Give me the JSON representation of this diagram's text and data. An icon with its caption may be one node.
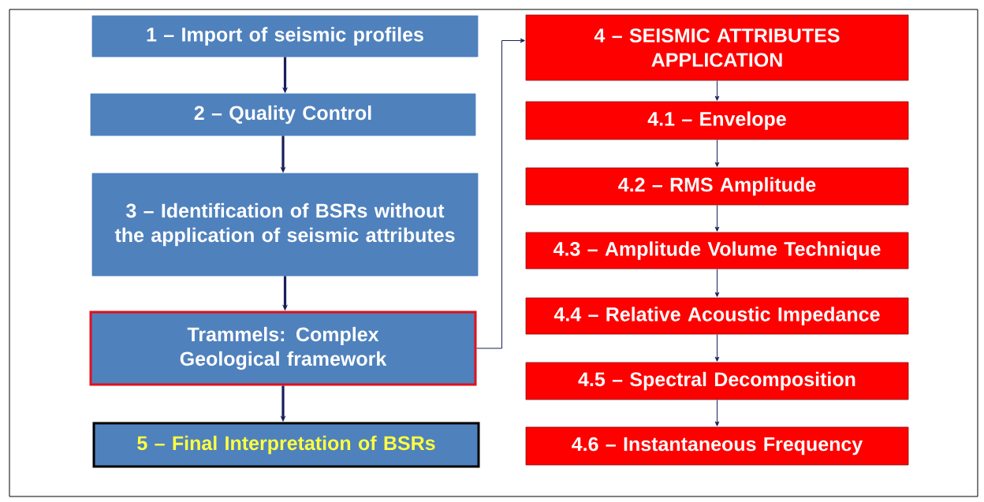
{
  "diagram": {
    "nodes": [
      {
        "text": [
          "1 – Import of seismic profiles"
        ]
      },
      {
        "text": [
          "2 – Quality Control"
        ]
      },
      {
        "text": [
          "3 – Identification of BSRs without the application of seismic attributes"
        ]
      },
      {
        "text": [
          "Trammels:  Complex Geological framework"
        ]
      },
      {
        "text": [
          "5 – Final Interpretation of BSRs"
        ]
      },
      {
        "text": [
          "4  –  SEISMIC ATTRIBUTES APPLICATION"
        ]
      },
      {
        "text": [
          "4.1  –  Envelope"
        ]
      },
      {
        "text": [
          "4.2  –  RMS Amplitude"
        ]
      },
      {
        "text": [
          "4.3 – Amplitude Volume Technique"
        ]
      },
      {
        "text": [
          "4.4 – Relative Acoustic Impedance"
        ]
      },
      {
        "text": [
          "4.5 – Spectral Decomposition"
        ]
      },
      {
        "text": [
          "4.6 – Instantaneous Frequency"
        ]
      }
    ],
    "edges": [
      {
        "from": 0,
        "to": 1,
        "arrow": "to",
        "style": "thick"
      },
      {
        "from": 1,
        "to": 2,
        "arrow": "to",
        "style": "thick"
      },
      {
        "from": 2,
        "to": 3,
        "arrow": "to",
        "style": "thick"
      },
      {
        "from": 3,
        "to": 4,
        "arrow": "to",
        "style": "thick"
      },
      {
        "from": 3,
        "to": 5,
        "arrow": "to"
      },
      {
        "from": 5,
        "to": 6,
        "arrow": "to"
      },
      {
        "from": 6,
        "to": 7,
        "arrow": "to"
      },
      {
        "from": 7,
        "to": 8,
        "arrow": "to"
      },
      {
        "from": 8,
        "to": 9,
        "arrow": "to"
      },
      {
        "from": 9,
        "to": 10,
        "arrow": "to"
      },
      {
        "from": 10,
        "to": 11,
        "arrow": "to"
      }
    ]
  }
}
